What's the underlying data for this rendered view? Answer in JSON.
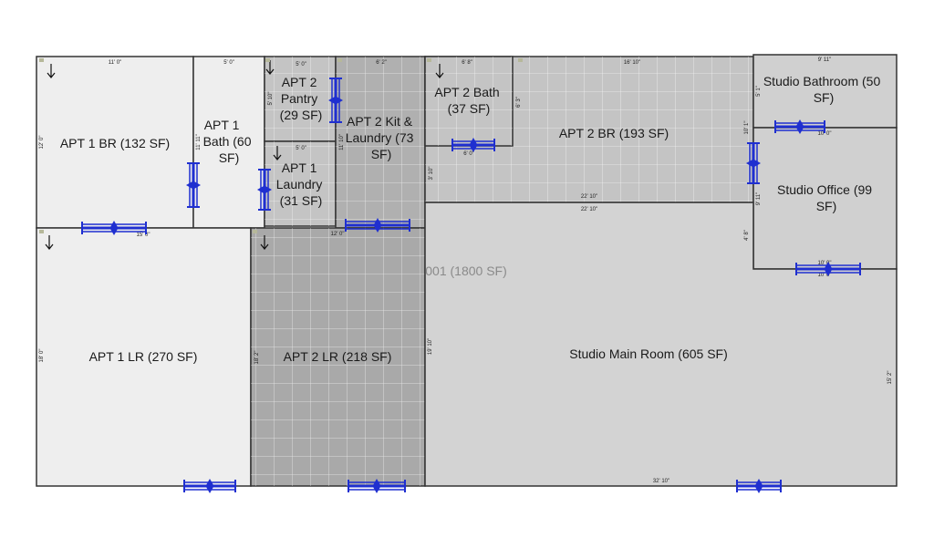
{
  "zone": {
    "label": "001 (1800 SF)"
  },
  "rooms": [
    {
      "id": "apt1-br",
      "label": [
        "APT 1 BR (132 SF)"
      ],
      "fill": "#eeeeee",
      "tile": false
    },
    {
      "id": "apt1-bath",
      "label": [
        "APT 1",
        "Bath (60",
        "SF)"
      ],
      "fill": "#eeeeee",
      "tile": false
    },
    {
      "id": "apt2-pantry",
      "label": [
        "APT 2",
        "Pantry",
        "(29 SF)"
      ],
      "fill": "#c4c4c4",
      "tile": true
    },
    {
      "id": "apt1-laundry",
      "label": [
        "APT 1",
        "Laundry",
        "(31 SF)"
      ],
      "fill": "#c4c4c4",
      "tile": true
    },
    {
      "id": "apt2-kit",
      "label": [
        "APT 2 Kit &",
        "Laundry (73",
        "SF)"
      ],
      "fill": "#b0b0b0",
      "tile": true
    },
    {
      "id": "apt2-bath",
      "label": [
        "APT 2 Bath",
        "(37 SF)"
      ],
      "fill": "#c4c4c4",
      "tile": true
    },
    {
      "id": "apt2-br",
      "label": [
        "APT 2 BR (193 SF)"
      ],
      "fill": "#c4c4c4",
      "tile": true
    },
    {
      "id": "studio-bathroom",
      "label": [
        "Studio Bathroom (50",
        "SF)"
      ],
      "fill": "#d0d0d0",
      "tile": false
    },
    {
      "id": "studio-office",
      "label": [
        "Studio Office (99",
        "SF)"
      ],
      "fill": "#d0d0d0",
      "tile": false
    },
    {
      "id": "apt1-lr",
      "label": [
        "APT 1 LR (270 SF)"
      ],
      "fill": "#eeeeee",
      "tile": false
    },
    {
      "id": "apt2-lr",
      "label": [
        "APT 2 LR (218 SF)"
      ],
      "fill": "#a9a9a9",
      "tile": true
    },
    {
      "id": "studio-main",
      "label": [
        "Studio Main Room (605 SF)"
      ],
      "fill": "#d3d3d3",
      "tile": false
    }
  ],
  "dimensions": [
    "11' 0\"",
    "5' 0\"",
    "5' 0\"",
    "6' 2\"",
    "6' 8\"",
    "16' 10\"",
    "9' 11\"",
    "12' 0\"",
    "11' 11\"",
    "5' 10\"",
    "5' 0\"",
    "11' 10\"",
    "6' 3\"",
    "3' 10\"",
    "6' 0\"",
    "15' 0\"",
    "12' 0\"",
    "22' 10\"",
    "22' 10\"",
    "5' 1\"",
    "10' 1\"",
    "10' 0\"",
    "9' 11\"",
    "4' 8\"",
    "10' 0\"",
    "10' 0\"",
    "18' 0\"",
    "18' 2\"",
    "19' 10\"",
    "32' 10\"",
    "15' 2\""
  ]
}
